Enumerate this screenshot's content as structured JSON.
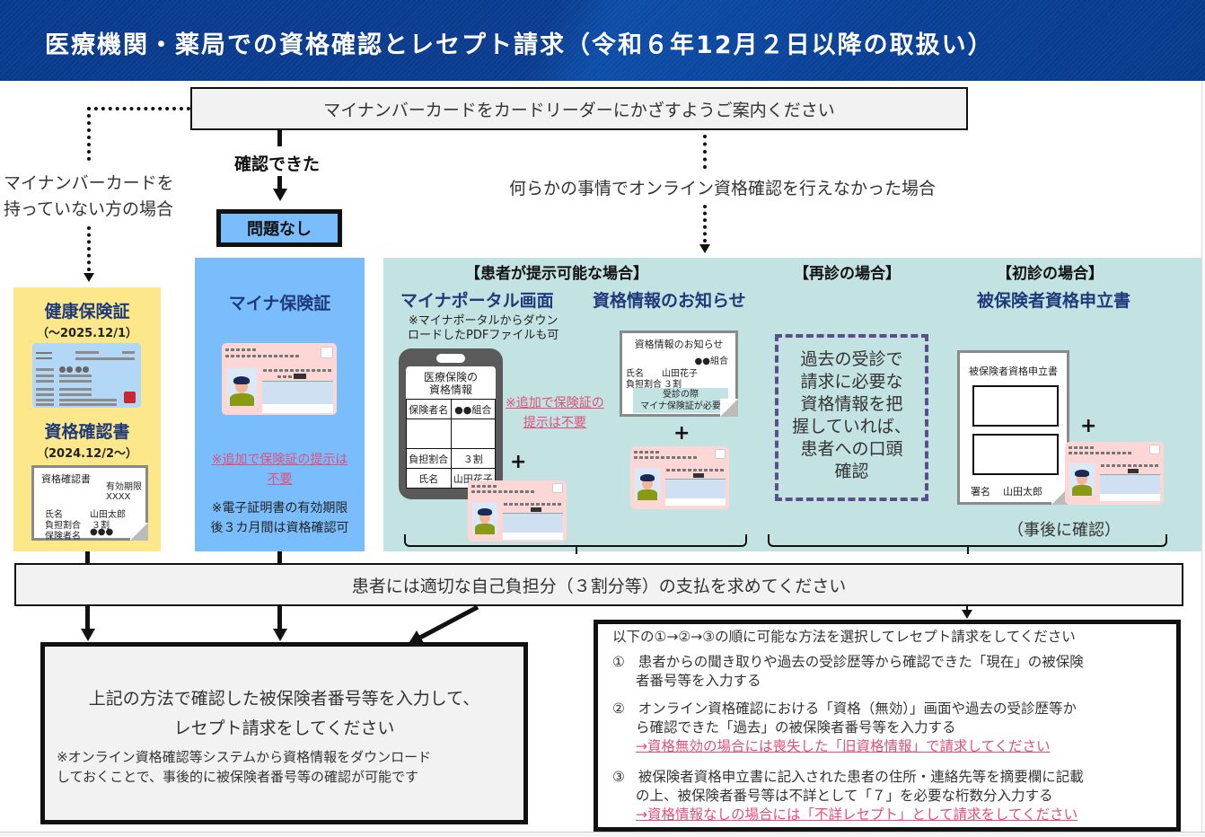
{
  "header": {
    "title": "医療機関・薬局での資格確認とレセプト請求（令和６年12月２日以降の取扱い）"
  },
  "flow": {
    "top_box": "マイナンバーカードをカードリーダーにかざすようご案内ください",
    "confirmed_label": "確認できた",
    "no_problem": "問題なし",
    "no_card_line1": "マイナンバーカードを",
    "no_card_line2": "持っていない方の場合",
    "online_failed": "何らかの事情でオンライン資格確認を行えなかった場合",
    "payment_box": "患者には適切な自己負担分（３割分等）の支払を求めてください"
  },
  "yellow_panel": {
    "heading1": "健康保険証",
    "date1": "（～2025.12/1）",
    "heading2": "資格確認書",
    "date2": "（2024.12/2～）",
    "doc": {
      "title": "資格確認書",
      "expiry_label": "有効期限",
      "expiry_value": "XXXX",
      "name_label": "氏名",
      "name_value": "山田太郎",
      "ratio_label": "負担割合",
      "ratio_value": "３割",
      "insurer_label": "保険者名",
      "insurer_value": "●●●"
    }
  },
  "blue_panel": {
    "heading": "マイナ保険証",
    "note_pink_line1": "※追加で保険証の提示は",
    "note_pink_line2": "不要",
    "note_line1": "※電子証明書の有効期限",
    "note_line2": "後３カ月間は資格確認可"
  },
  "teal_panel": {
    "present_case": "【患者が提示可能な場合】",
    "portal_heading": "マイナポータル画面",
    "notice_heading": "資格情報のお知らせ",
    "portal_note_line1": "※マイナポータルからダウン",
    "portal_note_line2": "ロードしたPDFファイルも可",
    "phone": {
      "title_line1": "医療保険の",
      "title_line2": "資格情報",
      "rows": [
        [
          "保険者名",
          "●●組合"
        ],
        [
          "",
          ""
        ],
        [
          "負担割合",
          "３割"
        ],
        [
          "氏名",
          "山田花子"
        ]
      ]
    },
    "pink_note_line1": "※追加で保険証の",
    "pink_note_line2": "提示は不要",
    "notice_doc": {
      "title": "資格情報のお知らせ",
      "insurer": "●●組合",
      "name_label": "氏名",
      "name_value": "山田花子",
      "ratio_label": "負担割合",
      "ratio_value": "３割",
      "box_line1": "受診の際",
      "box_line2": "マイナ保険証が必要"
    },
    "plus": "+",
    "revisit_case": "【再診の場合】",
    "revisit_text": [
      "過去の受診で",
      "請求に必要な",
      "資格情報を把",
      "握していれば、",
      "患者への口頭",
      "確認"
    ],
    "first_visit_case": "【初診の場合】",
    "first_visit_heading": "被保険者資格申立書",
    "declaration_doc": {
      "title": "被保険者資格申立書",
      "sign_label": "署名",
      "sign_value": "山田太郎"
    },
    "after_confirm": "（事後に確認）"
  },
  "left_result": {
    "line1": "上記の方法で確認した被保険者番号等を入力して、",
    "line2": "レセプト請求をしてください",
    "note_line1": "※オンライン資格確認等システムから資格情報をダウンロード",
    "note_line2": "しておくことで、事後的に被保険者番号等の確認が可能です"
  },
  "right_result": {
    "intro": "以下の①→②→③の順に可能な方法を選択してレセプト請求をしてください",
    "items": [
      {
        "num": "①",
        "line1": "患者からの聞き取りや過去の受診歴等から確認できた「現在」の被保険",
        "line2": "者番号等を入力する",
        "pink": ""
      },
      {
        "num": "②",
        "line1": "オンライン資格確認における「資格（無効）」画面や過去の受診歴等か",
        "line2": "ら確認できた「過去」の被保険者番号等を入力する",
        "pink": "→資格無効の場合には喪失した「旧資格情報」で請求してください"
      },
      {
        "num": "③",
        "line1": "被保険者資格申立書に記入された患者の住所・連絡先等を摘要欄に記載",
        "line2": "の上、被保険者番号等は不詳として「７」を必要な桁数分入力する",
        "pink": "→資格情報なしの場合には「不詳レセプト」として請求をしてください"
      }
    ]
  },
  "colors": {
    "header_bg": "#0b3c8f",
    "yellow_panel": "#fce88a",
    "blue_panel": "#79bdfd",
    "teal_panel": "#c3e2e2",
    "navy_text": "#1f3a7a",
    "pink_text": "#e0507a",
    "dashed_purple": "#5b4f8a"
  }
}
